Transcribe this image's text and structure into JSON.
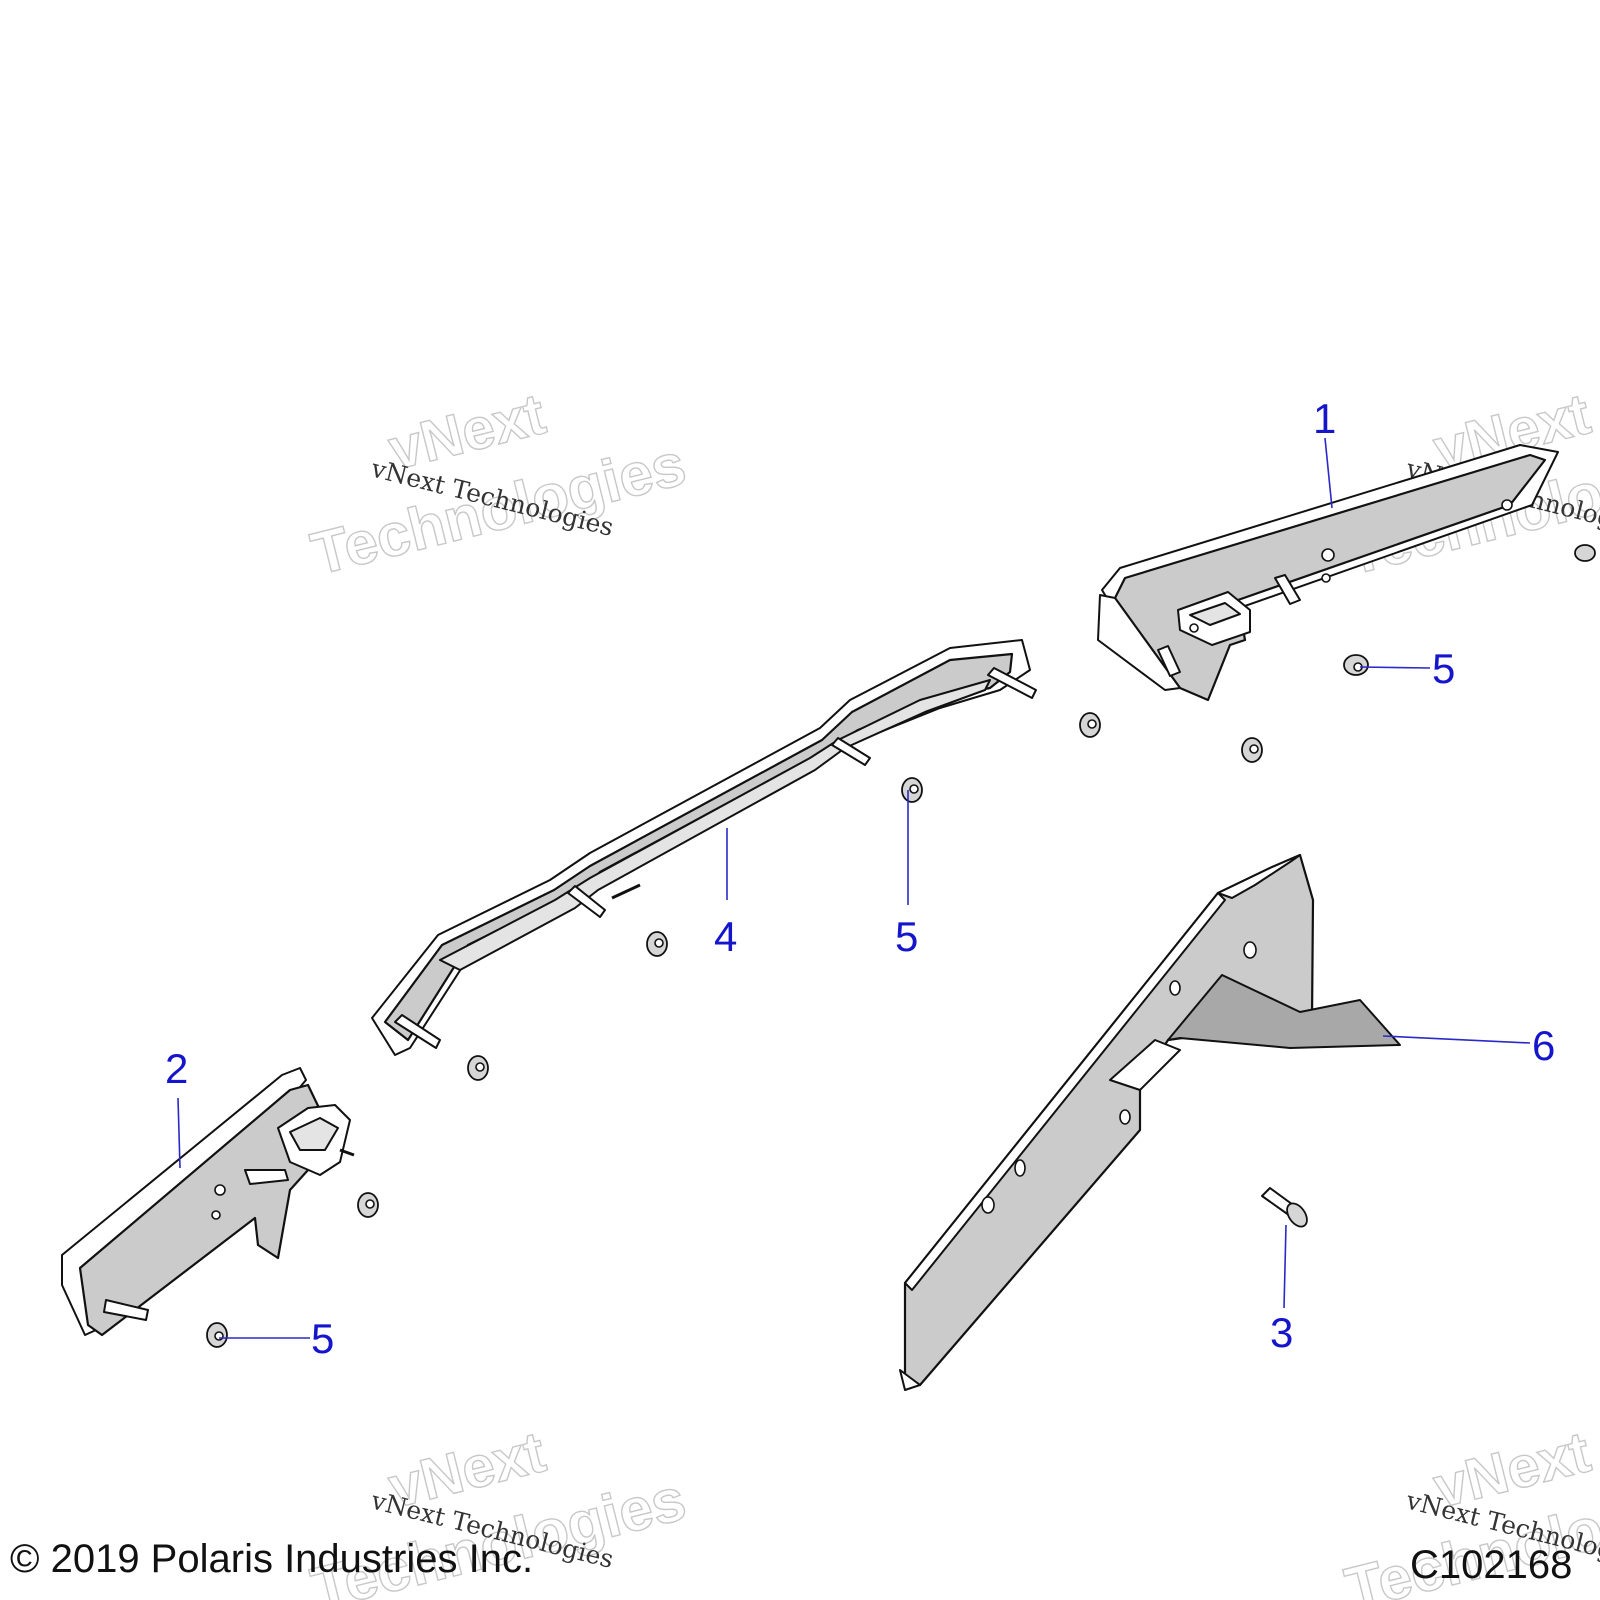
{
  "callouts": [
    {
      "id": "callout-1",
      "label": "1"
    },
    {
      "id": "callout-2",
      "label": "2"
    },
    {
      "id": "callout-3",
      "label": "3"
    },
    {
      "id": "callout-4",
      "label": "4"
    },
    {
      "id": "callout-5a",
      "label": "5"
    },
    {
      "id": "callout-5b",
      "label": "5"
    },
    {
      "id": "callout-5c",
      "label": "5"
    },
    {
      "id": "callout-6",
      "label": "6"
    }
  ],
  "watermark": {
    "line1": "vNext",
    "line2": "Technologies",
    "mono": "vNext Technologies"
  },
  "footer": {
    "copyright": "© 2019 Polaris Industries Inc.",
    "diagram_code": "C102168"
  },
  "colors": {
    "callout": "#1515cc",
    "part_fill": "#cbcbcb"
  }
}
